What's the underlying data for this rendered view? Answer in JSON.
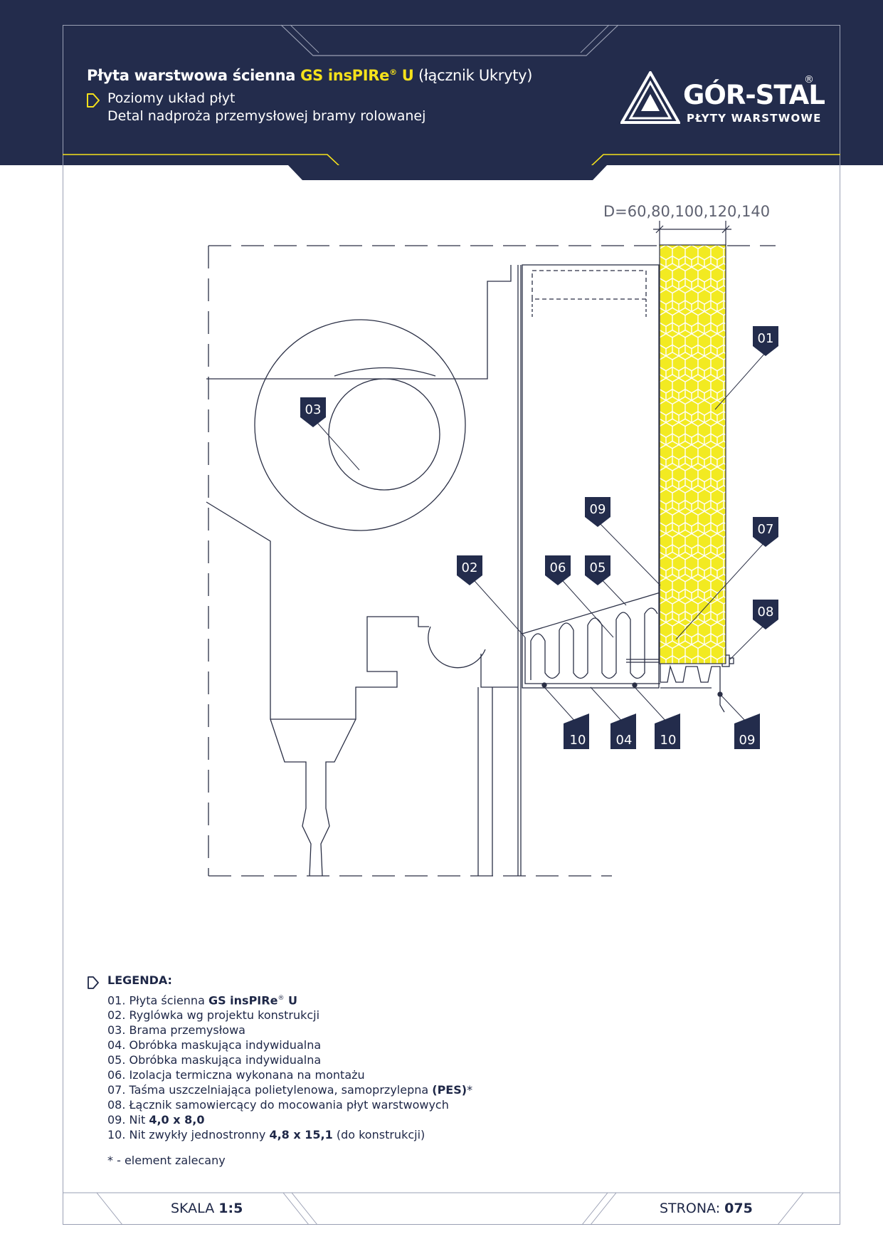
{
  "header": {
    "title_main": "Płyta warstwowa ścienna ",
    "title_accent": "GS insPIRe",
    "title_reg": "®",
    "title_u": " U",
    "title_paren": " (łącznik Ukryty)",
    "subtitle_1": "Poziomy układ płyt",
    "subtitle_2": "Detal nadproża przemysłowej bramy rolowanej"
  },
  "logo": {
    "name": "GÓR-STAL",
    "reg": "®",
    "tagline": "PŁYTY WARSTWOWE",
    "icon": "triangle-logo-icon"
  },
  "drawing": {
    "dimension": "D=60,80,100,120,140",
    "markers": [
      "01",
      "02",
      "03",
      "04",
      "05",
      "06",
      "07",
      "08",
      "09",
      "10"
    ],
    "colors": {
      "navy": "#232c4c",
      "yellow": "#f5e11b",
      "insulation": "#f2ea21",
      "line": "#1e2747"
    }
  },
  "legend": {
    "title": "LEGENDA:",
    "items": [
      {
        "prefix": "01. Płyta ścienna ",
        "bold": "GS insPIRe",
        "sup": "®",
        "bold2": " U",
        "suffix": ""
      },
      {
        "prefix": "02. Ryglówka wg projektu konstrukcji"
      },
      {
        "prefix": "03. Brama przemysłowa"
      },
      {
        "prefix": "04. Obróbka maskująca indywidualna"
      },
      {
        "prefix": "05. Obróbka maskująca indywidualna"
      },
      {
        "prefix": "06. Izolacja termiczna wykonana na montażu"
      },
      {
        "prefix": "07. Taśma uszczelniająca polietylenowa, samoprzylepna ",
        "bold": "(PES)",
        "suffix": "*"
      },
      {
        "prefix": "08. Łącznik samowiercący do mocowania płyt warstwowych"
      },
      {
        "prefix": "09. Nit ",
        "bold": "4,0 x 8,0"
      },
      {
        "prefix": "10. Nit zwykły jednostronny ",
        "bold": "4,8 x 15,1",
        "suffix": " (do konstrukcji)"
      }
    ],
    "note": "* -  element zalecany"
  },
  "footer": {
    "scale_label": "SKALA ",
    "scale_value": "1:5",
    "page_label": "STRONA: ",
    "page_value": "075"
  }
}
